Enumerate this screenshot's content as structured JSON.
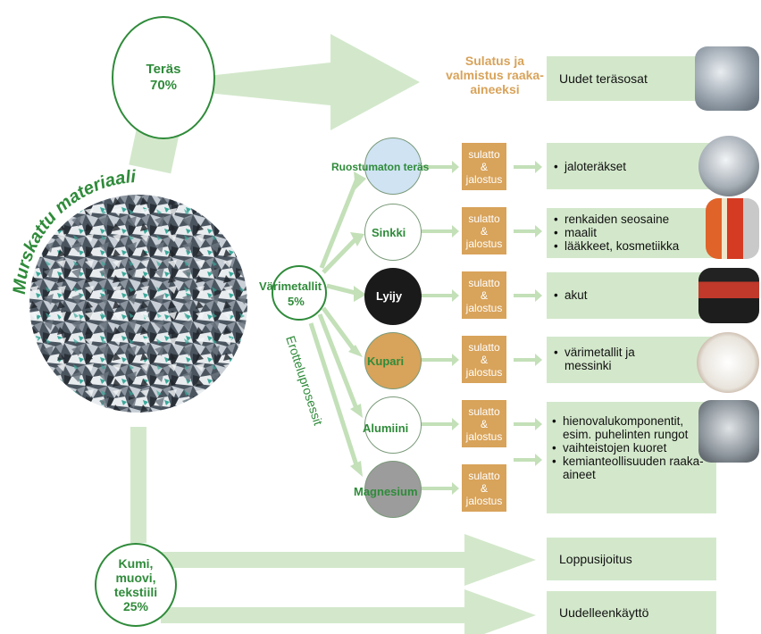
{
  "material_label": "Murskattu materiaali",
  "steel": {
    "line1": "Teräs",
    "line2": "70%",
    "process": "Sulatus ja valmistus raaka-aineeksi",
    "output": "Uudet teräsosat"
  },
  "nonferrous": {
    "line1": "Värimetallit",
    "line2": "5%",
    "separation": "Erotteluprosessit"
  },
  "metals": [
    {
      "name": "Ruostumaton teräs",
      "outputs": [
        "jaloteräkset"
      ],
      "fill": "#cfe3f3",
      "text_color": "#2f8b3a"
    },
    {
      "name": "Sinkki",
      "outputs": [
        "renkaiden seosaine",
        "maalit",
        "lääkkeet, kosmetiikka"
      ],
      "fill": "#ffffff",
      "text_color": "#2f8b3a"
    },
    {
      "name": "Lyijy",
      "outputs": [
        "akut"
      ],
      "fill": "#1a1a1a",
      "text_color": "#ffffff"
    },
    {
      "name": "Kupari",
      "outputs": [
        "värimetallit ja messinki"
      ],
      "fill": "#d8a35a",
      "text_color": "#2f8b3a"
    },
    {
      "name": "Alumiini",
      "outputs": [
        "hienovalukomponentit, esim. puhelinten rungot",
        "vaihteistojen kuoret",
        "kemianteollisuuden raaka-aineet"
      ],
      "fill": "#ffffff",
      "text_color": "#2f8b3a"
    },
    {
      "name": "Magnesium",
      "outputs": [],
      "fill": "#9c9c9c",
      "text_color": "#2f8b3a"
    }
  ],
  "process_box": {
    "l1": "sulatto",
    "l2": "&",
    "l3": "jalostus"
  },
  "rubber": {
    "line1": "Kumi,",
    "line2": "muovi,",
    "line3": "tekstiili",
    "line4": "25%",
    "output1": "Loppusijoitus",
    "output2": "Uudelleenkäyttö"
  },
  "colors": {
    "green": "#2f8b3a",
    "light_green": "#d3e8cb",
    "process_orange": "#d8a35a"
  }
}
